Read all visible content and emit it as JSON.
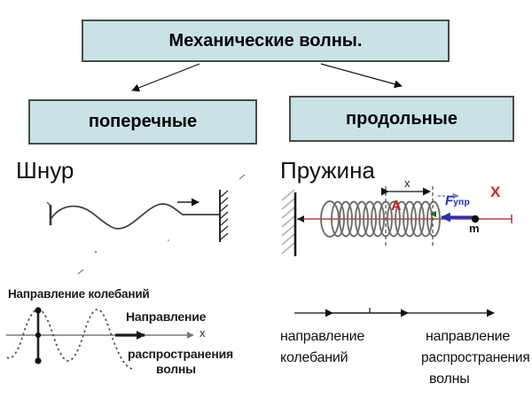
{
  "flowchart": {
    "title": "Механические волны.",
    "left_type": "поперечные",
    "right_type": "продольные"
  },
  "cord_section": {
    "heading": "Шнур"
  },
  "wave_graph": {
    "oscillation_label": "Направление колебаний",
    "propagation_line1": "Направление",
    "propagation_line2": "распространения",
    "propagation_line3": "волны",
    "axis_label": "x"
  },
  "spring_section": {
    "heading": "Пружина",
    "displacement_label": "x",
    "point_label": "A",
    "force_symbol": "F",
    "force_subscript": "упр",
    "axis_label": "X",
    "mass_label": "m"
  },
  "direction_diagram": {
    "oscillation_line1": "направление",
    "oscillation_line2": "колебаний",
    "propagation_line1": "направление",
    "propagation_line2": "распространения",
    "propagation_line3": "волны"
  },
  "colors": {
    "box_fill": "#c9e2e6",
    "box_border": "#4a4a4a",
    "accent_red": "#cc2222",
    "axis_red": "#c23a3a",
    "accent_blue": "#2230bb"
  }
}
